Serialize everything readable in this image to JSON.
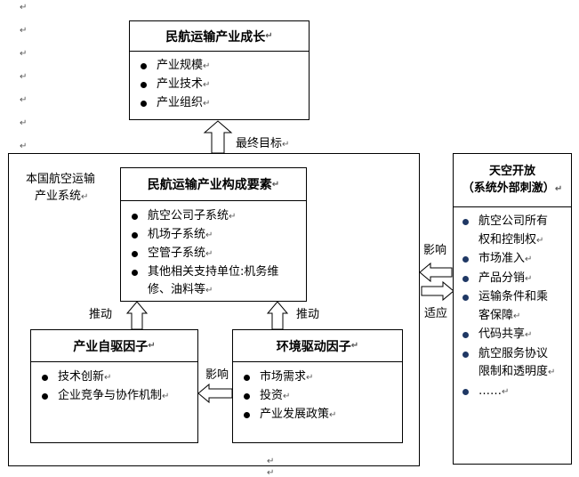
{
  "paragraph_mark": "↵",
  "top_box": {
    "title": "民航运输产业成长",
    "items": [
      "产业规模",
      "产业技术",
      "产业组织"
    ]
  },
  "goal_label": "最终目标",
  "system_label": [
    "本国航空运输",
    "产业系统"
  ],
  "center_box": {
    "title": "民航运输产业构成要素",
    "items": [
      "航空公司子系统",
      "机场子系统",
      "空管子系统",
      "其他相关支持单位:机务维",
      "修、油料等"
    ]
  },
  "drive_label_left": "推动",
  "drive_label_right": "推动",
  "left_box": {
    "title": "产业自驱因子",
    "items": [
      "技术创新",
      "企业竞争与协作机制"
    ]
  },
  "right_box": {
    "title": "环境驱动因子",
    "items": [
      "市场需求",
      "投资",
      "产业发展政策"
    ]
  },
  "influence_label_inner": "影响",
  "influence_label_outer": "影响",
  "adapt_label": "适应",
  "open_box": {
    "title_line1": "天空开放",
    "title_line2": "（系统外部刺激）",
    "items": [
      "航空公司所有",
      "权和控制权",
      "市场准入",
      "产品分销",
      "运输条件和乘",
      "客保障",
      "代码共享",
      "航空服务协议",
      "限制和透明度",
      "……"
    ]
  }
}
